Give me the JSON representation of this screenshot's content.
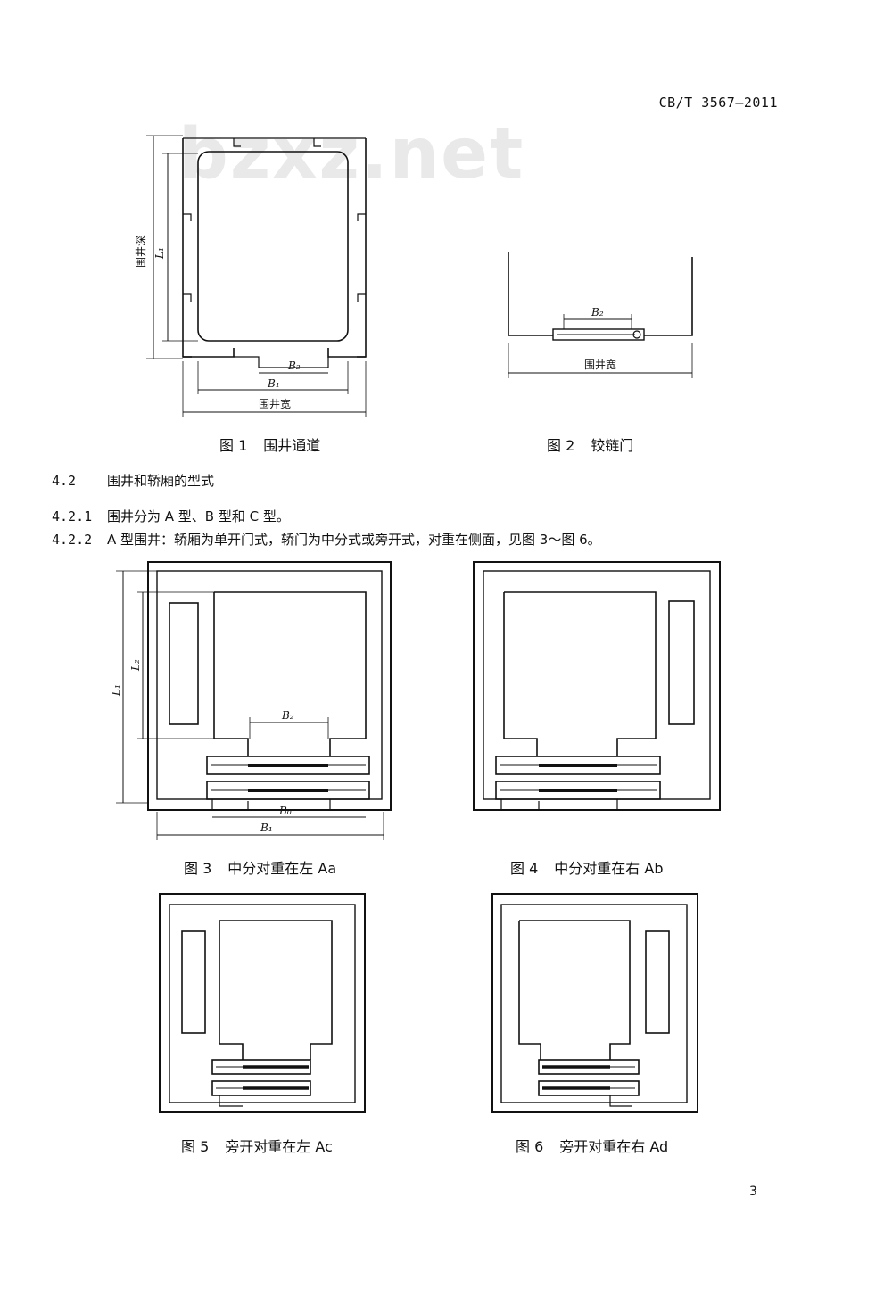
{
  "header": {
    "standard_code": "CB/T 3567—2011"
  },
  "watermark": "bzxz.net",
  "figures": [
    {
      "number": "图 1",
      "title": "围井通道"
    },
    {
      "number": "图 2",
      "title": "铰链门"
    },
    {
      "number": "图 3",
      "title": "中分对重在左 Aa"
    },
    {
      "number": "图 4",
      "title": "中分对重在右 Ab"
    },
    {
      "number": "图 5",
      "title": "旁开对重在左 Ac"
    },
    {
      "number": "图 6",
      "title": "旁开对重在右 Ad"
    }
  ],
  "labels": {
    "well_depth": "围井深",
    "well_width": "围井宽",
    "L1": "L₁",
    "L2": "L₂",
    "B0": "B₀",
    "B1": "B₁",
    "B2": "B₂"
  },
  "sections": [
    {
      "number": "4.2",
      "text": "围井和轿厢的型式"
    },
    {
      "number": "4.2.1",
      "text": "围井分为 A 型、B 型和 C 型。"
    },
    {
      "number": "4.2.2",
      "text": "A 型围井：轿厢为单开门式，轿门为中分式或旁开式，对重在侧面，见图 3～图 6。"
    }
  ],
  "page_number": "3"
}
